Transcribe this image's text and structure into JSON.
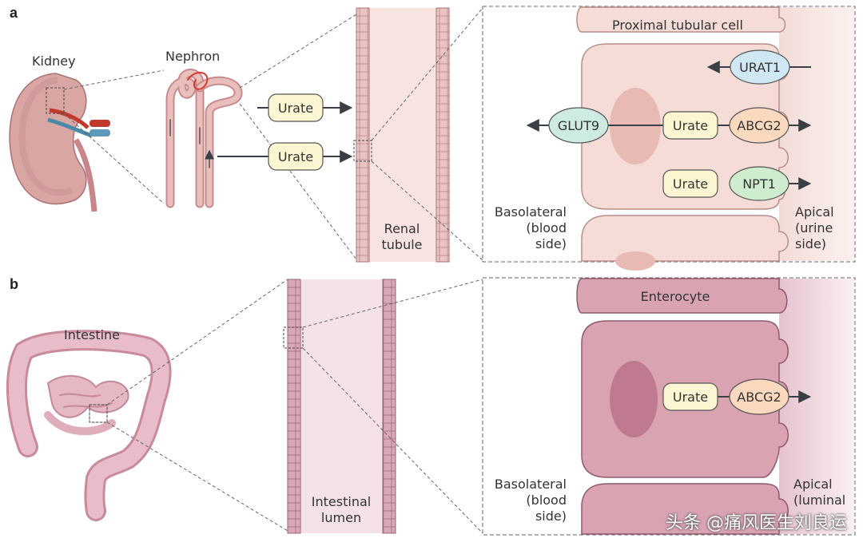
{
  "panel_a": {
    "letter": "a",
    "kidney_label": "Kidney",
    "nephron_label": "Nephron",
    "urate_1": "Urate",
    "urate_2": "Urate",
    "tubule_line1": "Renal",
    "tubule_line2": "tubule",
    "cell_label": "Proximal tubular cell",
    "transporters": {
      "urat1": "URAT1",
      "glut9": "GLUT9",
      "abcg2": "ABCG2",
      "npt1": "NPT1",
      "urate_mid": "Urate",
      "urate_low": "Urate"
    },
    "basolateral": [
      "Basolateral",
      "(blood",
      "side)"
    ],
    "apical": [
      "Apical",
      "(urine",
      "side)"
    ]
  },
  "panel_b": {
    "letter": "b",
    "intestine_label": "Intestine",
    "lumen_line1": "Intestinal",
    "lumen_line2": "lumen",
    "cell_label": "Enterocyte",
    "urate": "Urate",
    "abcg2": "ABCG2",
    "basolateral": [
      "Basolateral",
      "(blood",
      "side)"
    ],
    "apical": [
      "Apical",
      "(luminal"
    ]
  },
  "watermark": "头条 @痛风医生刘良运",
  "colors": {
    "urate_fill": "#fdf6d3",
    "urat1_fill": "#cfe8f3",
    "glut9_fill": "#cdeae3",
    "abcg2_fill": "#fbd9bf",
    "npt1_fill": "#cfeccf",
    "kidney_cell": "#f6dcd6",
    "intestine_cell": "#d9a3b2"
  }
}
